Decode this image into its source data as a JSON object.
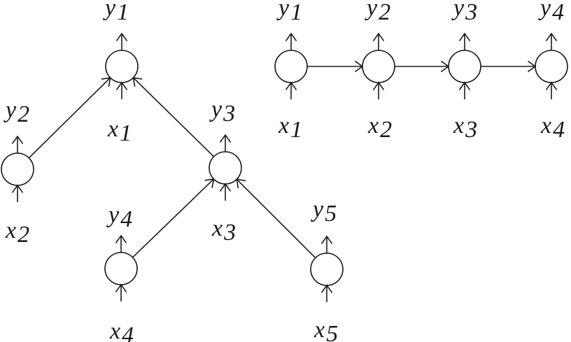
{
  "tree": {
    "nodes": [
      {
        "id": "t1",
        "input": {
          "letter": "x",
          "sub": "1"
        },
        "output": {
          "letter": "y",
          "sub": "1"
        }
      },
      {
        "id": "t2",
        "input": {
          "letter": "x",
          "sub": "2"
        },
        "output": {
          "letter": "y",
          "sub": "2"
        }
      },
      {
        "id": "t3",
        "input": {
          "letter": "x",
          "sub": "3"
        },
        "output": {
          "letter": "y",
          "sub": "3"
        }
      },
      {
        "id": "t4",
        "input": {
          "letter": "x",
          "sub": "4"
        },
        "output": {
          "letter": "y",
          "sub": "4"
        }
      },
      {
        "id": "t5",
        "input": {
          "letter": "x",
          "sub": "5"
        },
        "output": {
          "letter": "y",
          "sub": "5"
        }
      }
    ],
    "edges": [
      {
        "from": "t2",
        "to": "t1"
      },
      {
        "from": "t3",
        "to": "t1"
      },
      {
        "from": "t4",
        "to": "t3"
      },
      {
        "from": "t5",
        "to": "t3"
      }
    ]
  },
  "chain": {
    "nodes": [
      {
        "id": "c1",
        "input": {
          "letter": "x",
          "sub": "1"
        },
        "output": {
          "letter": "y",
          "sub": "1"
        }
      },
      {
        "id": "c2",
        "input": {
          "letter": "x",
          "sub": "2"
        },
        "output": {
          "letter": "y",
          "sub": "2"
        }
      },
      {
        "id": "c3",
        "input": {
          "letter": "x",
          "sub": "3"
        },
        "output": {
          "letter": "y",
          "sub": "3"
        }
      },
      {
        "id": "c4",
        "input": {
          "letter": "x",
          "sub": "4"
        },
        "output": {
          "letter": "y",
          "sub": "4"
        }
      }
    ],
    "edges": [
      {
        "from": "c1",
        "to": "c2"
      },
      {
        "from": "c2",
        "to": "c3"
      },
      {
        "from": "c3",
        "to": "c4"
      }
    ]
  },
  "colors": {
    "stroke": "#1a1a1a",
    "fill": "#ffffff"
  }
}
